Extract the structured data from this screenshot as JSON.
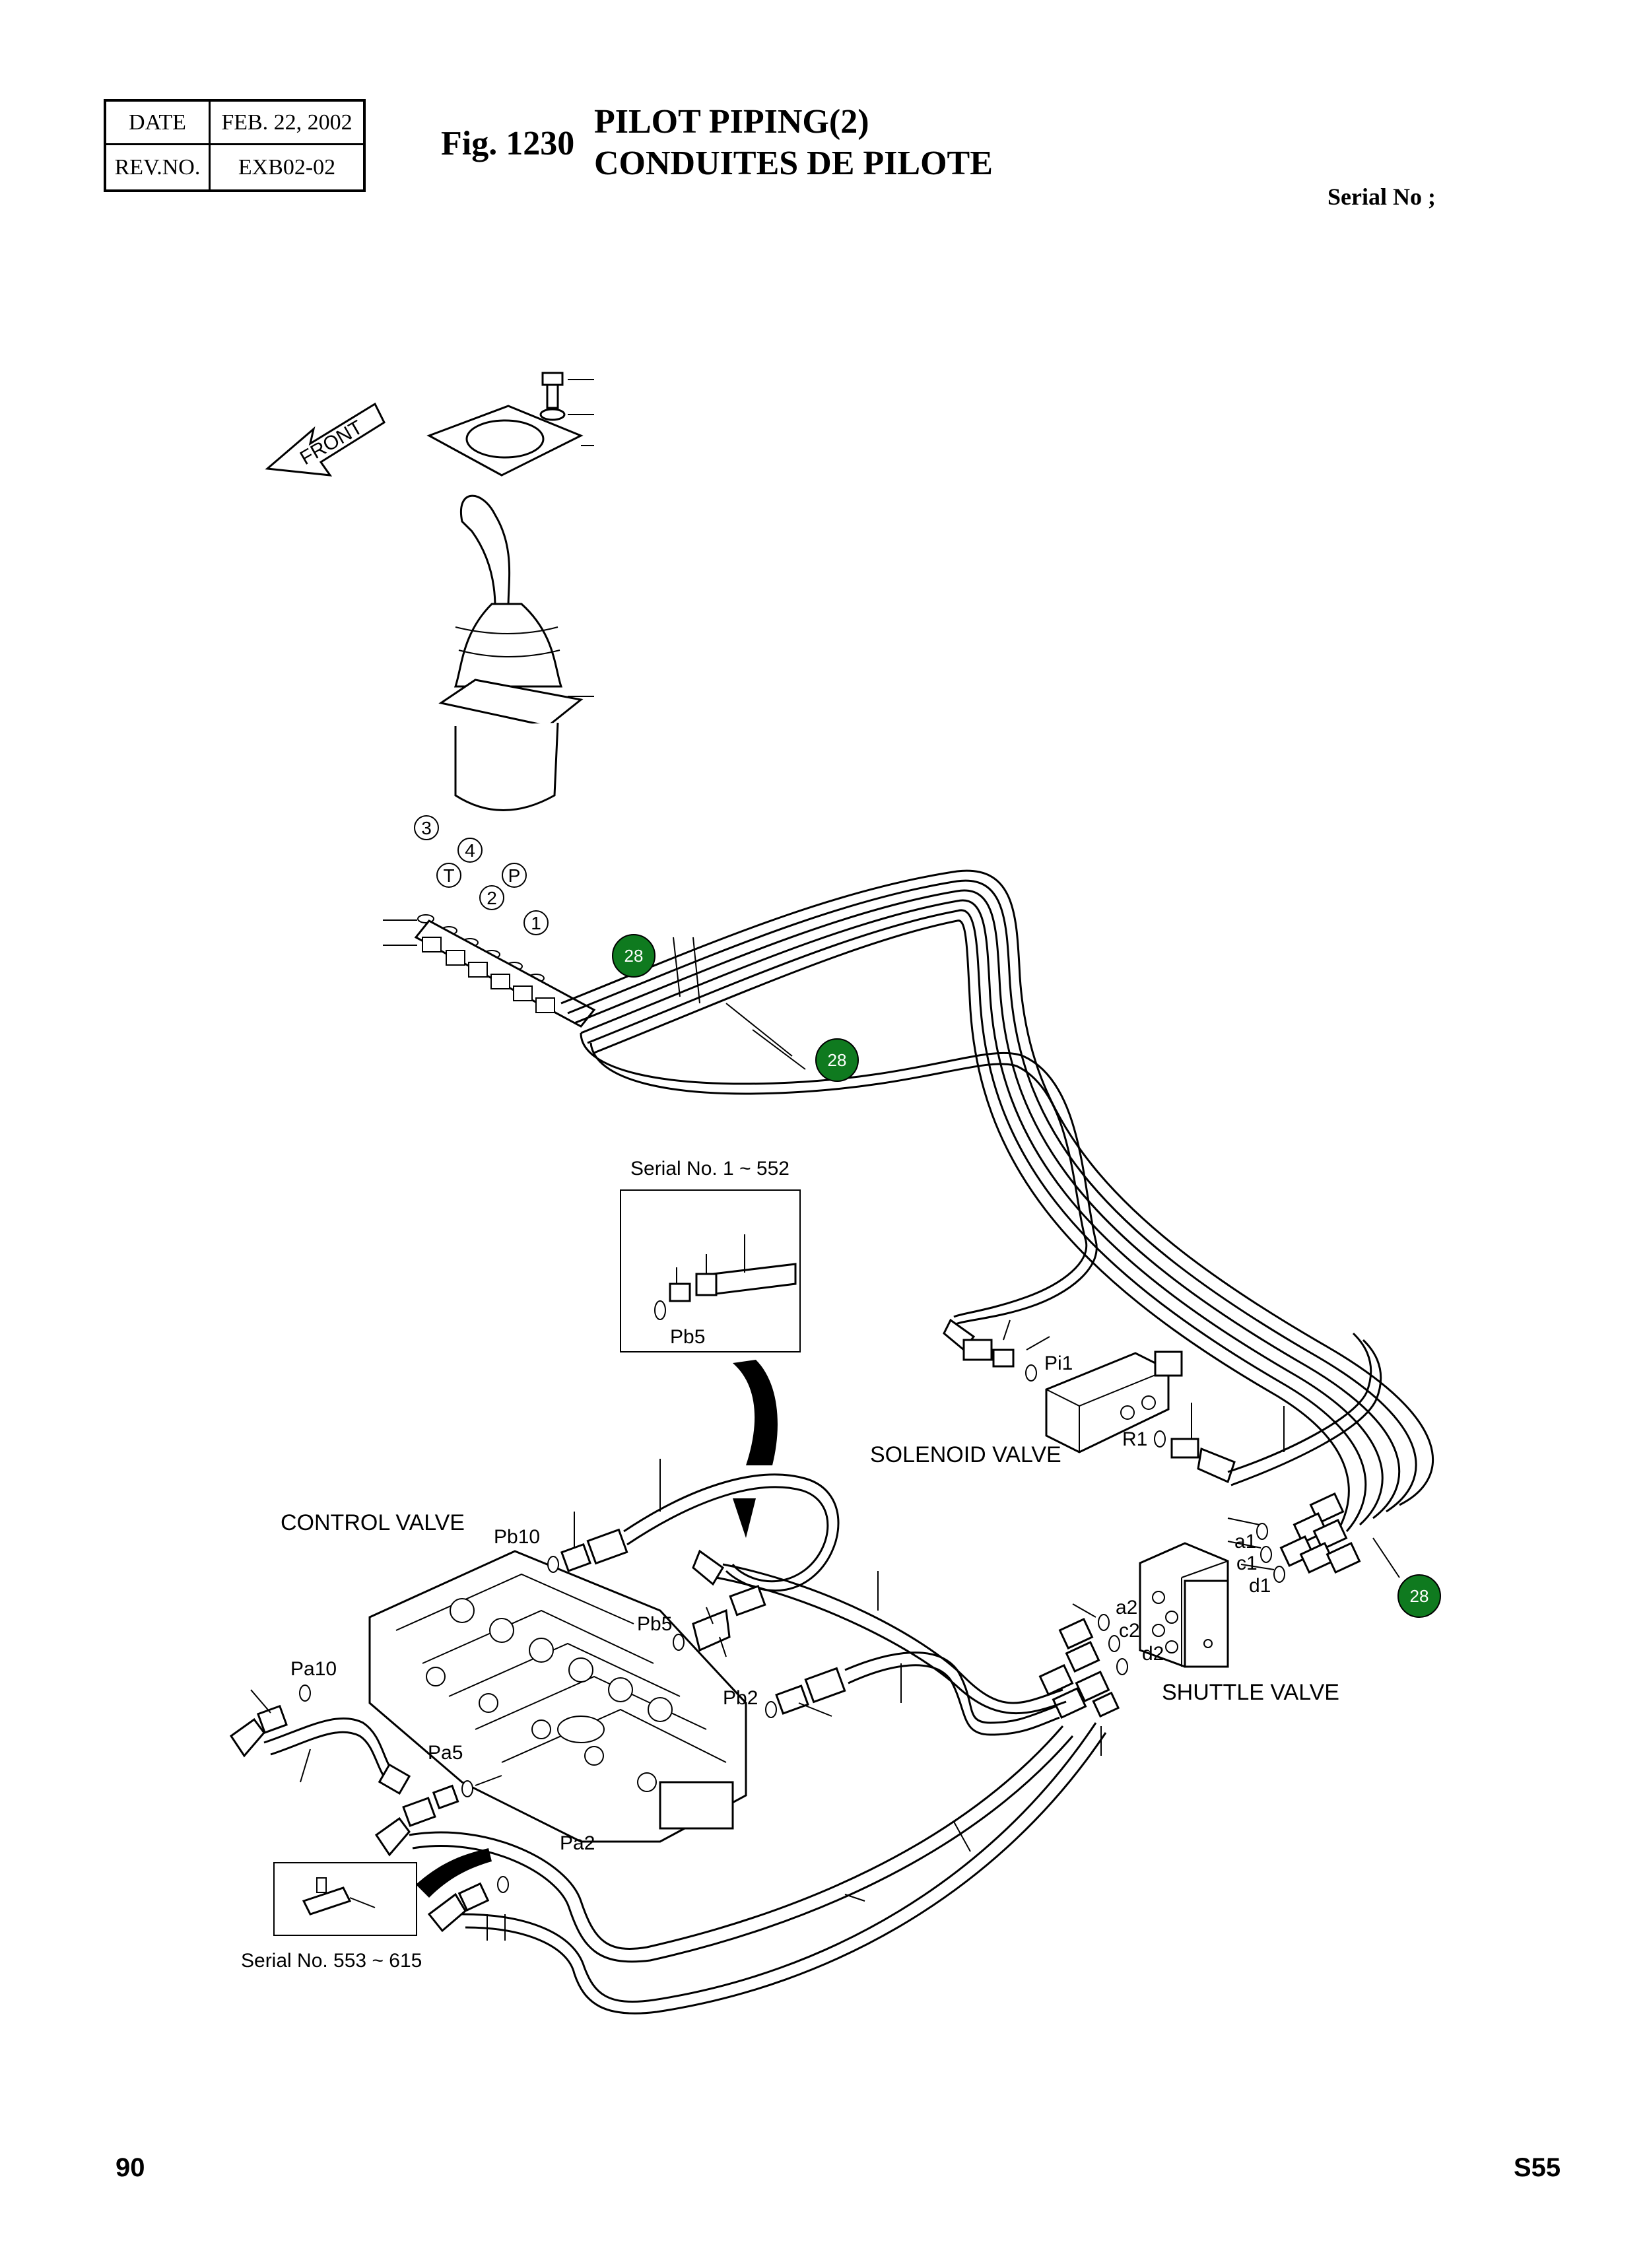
{
  "header": {
    "date_label": "DATE",
    "date_value": "FEB. 22, 2002",
    "rev_label": "REV.NO.",
    "rev_value": "EXB02-02"
  },
  "figure": {
    "number": "Fig. 1230",
    "title_en": "PILOT PIPING(2)",
    "title_fr": "CONDUITES DE PILOTE",
    "serial": "Serial No ;"
  },
  "diagram": {
    "front_label": "FRONT",
    "port_callouts": [
      "3",
      "T",
      "4",
      "2",
      "P",
      "1"
    ],
    "badge_label": "28",
    "inset_top_title": "Serial No. 1 ~ 552",
    "inset_top_port": "Pb5",
    "inset_bottom_title": "Serial No. 553 ~ 615",
    "components": {
      "solenoid_valve": "SOLENOID VALVE",
      "control_valve": "CONTROL VALVE",
      "shuttle_valve": "SHUTTLE VALVE"
    },
    "ports": {
      "pi1": "Pi1",
      "r1": "R1",
      "pb10": "Pb10",
      "pb5": "Pb5",
      "pb2": "Pb2",
      "pa10": "Pa10",
      "pa5": "Pa5",
      "pa2": "Pa2",
      "a1": "a1",
      "c1": "c1",
      "d1": "d1",
      "a2": "a2",
      "c2": "c2",
      "d2": "d2"
    }
  },
  "footer": {
    "page": "90",
    "model": "S55"
  },
  "colors": {
    "badge": "#0f7a1f",
    "line": "#000000"
  }
}
